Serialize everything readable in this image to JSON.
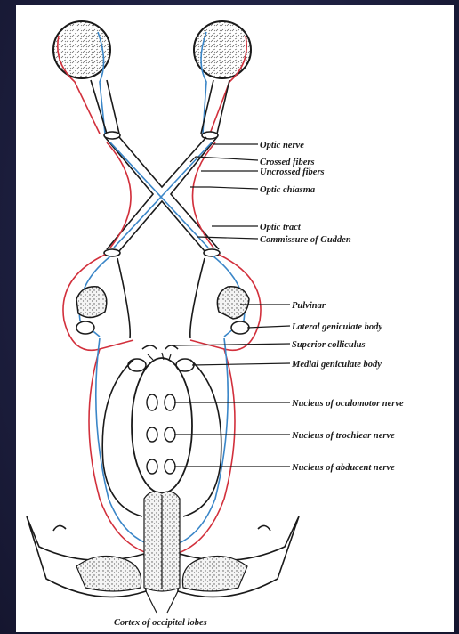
{
  "labels": {
    "optic_nerve": "Optic nerve",
    "crossed_fibers": "Crossed fibers",
    "uncrossed_fibers": "Uncrossed fibers",
    "optic_chiasma": "Optic chiasma",
    "optic_tract": "Optic tract",
    "commissure_gudden": "Commissure of Gudden",
    "pulvinar": "Pulvinar",
    "lateral_geniculate": "Lateral geniculate body",
    "superior_colliculus": "Superior colliculus",
    "medial_geniculate": "Medial geniculate body",
    "nucleus_oculomotor": "Nucleus of oculomotor nerve",
    "nucleus_trochlear": "Nucleus of trochlear nerve",
    "nucleus_abducent": "Nucleus of abducent nerve",
    "cortex_occipital": "Cortex of occipital lobes"
  },
  "colors": {
    "background": "#1d1f3f",
    "crossed_fibers": "#3a86c8",
    "uncrossed_fibers": "#d2303c",
    "outline": "#1a1a1a"
  }
}
